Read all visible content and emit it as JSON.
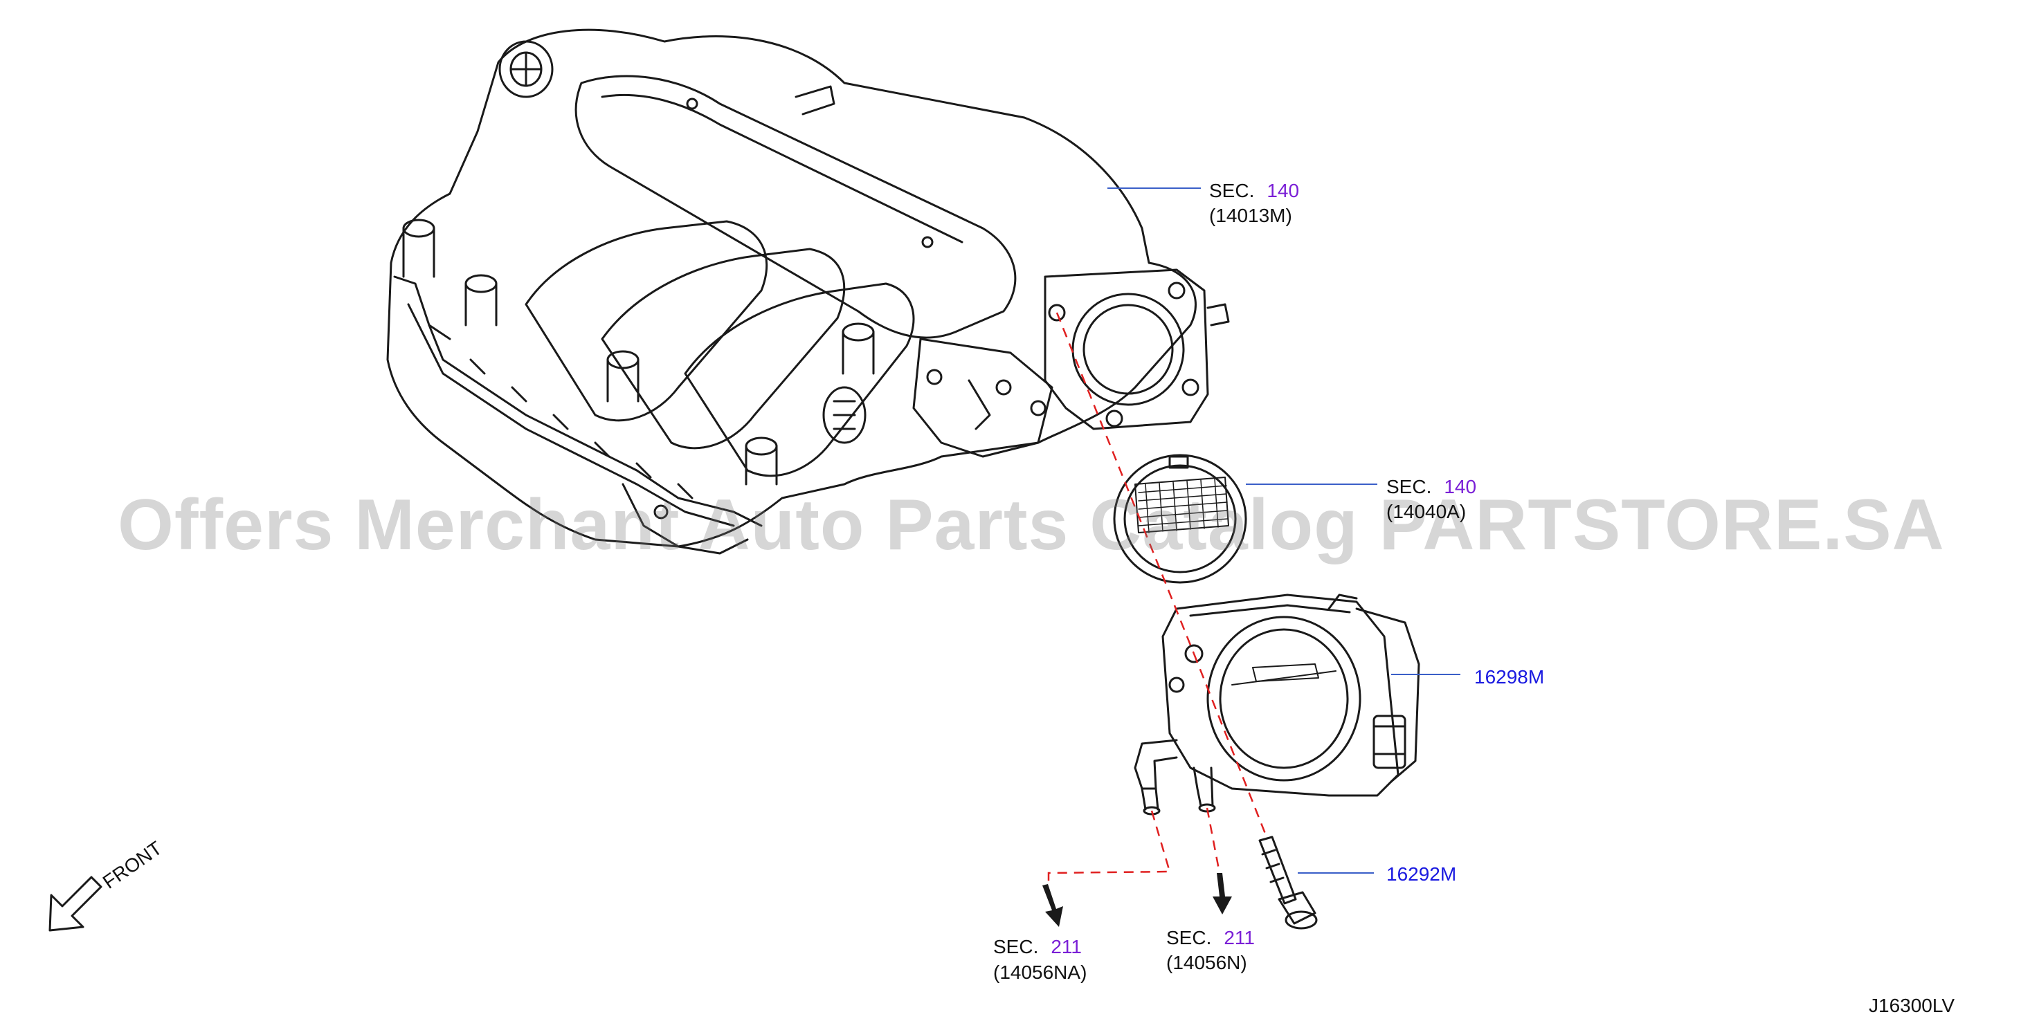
{
  "watermark": "Offers Merchant Auto Parts Catalog PARTSTORE.SA",
  "colors": {
    "line": "#1a1a1a",
    "leader": "#3a5fc8",
    "dash": "#e02020",
    "sec_ref": "#7a1fd6",
    "part_number": "#1a1ae0"
  },
  "labels": {
    "manifold": {
      "sec": "SEC.",
      "num": "140",
      "code": "(14013M)"
    },
    "gasket": {
      "sec": "SEC.",
      "num": "140",
      "code": "(14040A)"
    },
    "throttle_body": {
      "pn": "16298M"
    },
    "bolt": {
      "pn": "16292M"
    },
    "hose_left": {
      "sec": "SEC.",
      "num": "211",
      "code": "(14056NA)"
    },
    "hose_right": {
      "sec": "SEC.",
      "num": "211",
      "code": "(14056N)"
    }
  },
  "front_label": "FRONT",
  "diagram_code": "J16300LV"
}
